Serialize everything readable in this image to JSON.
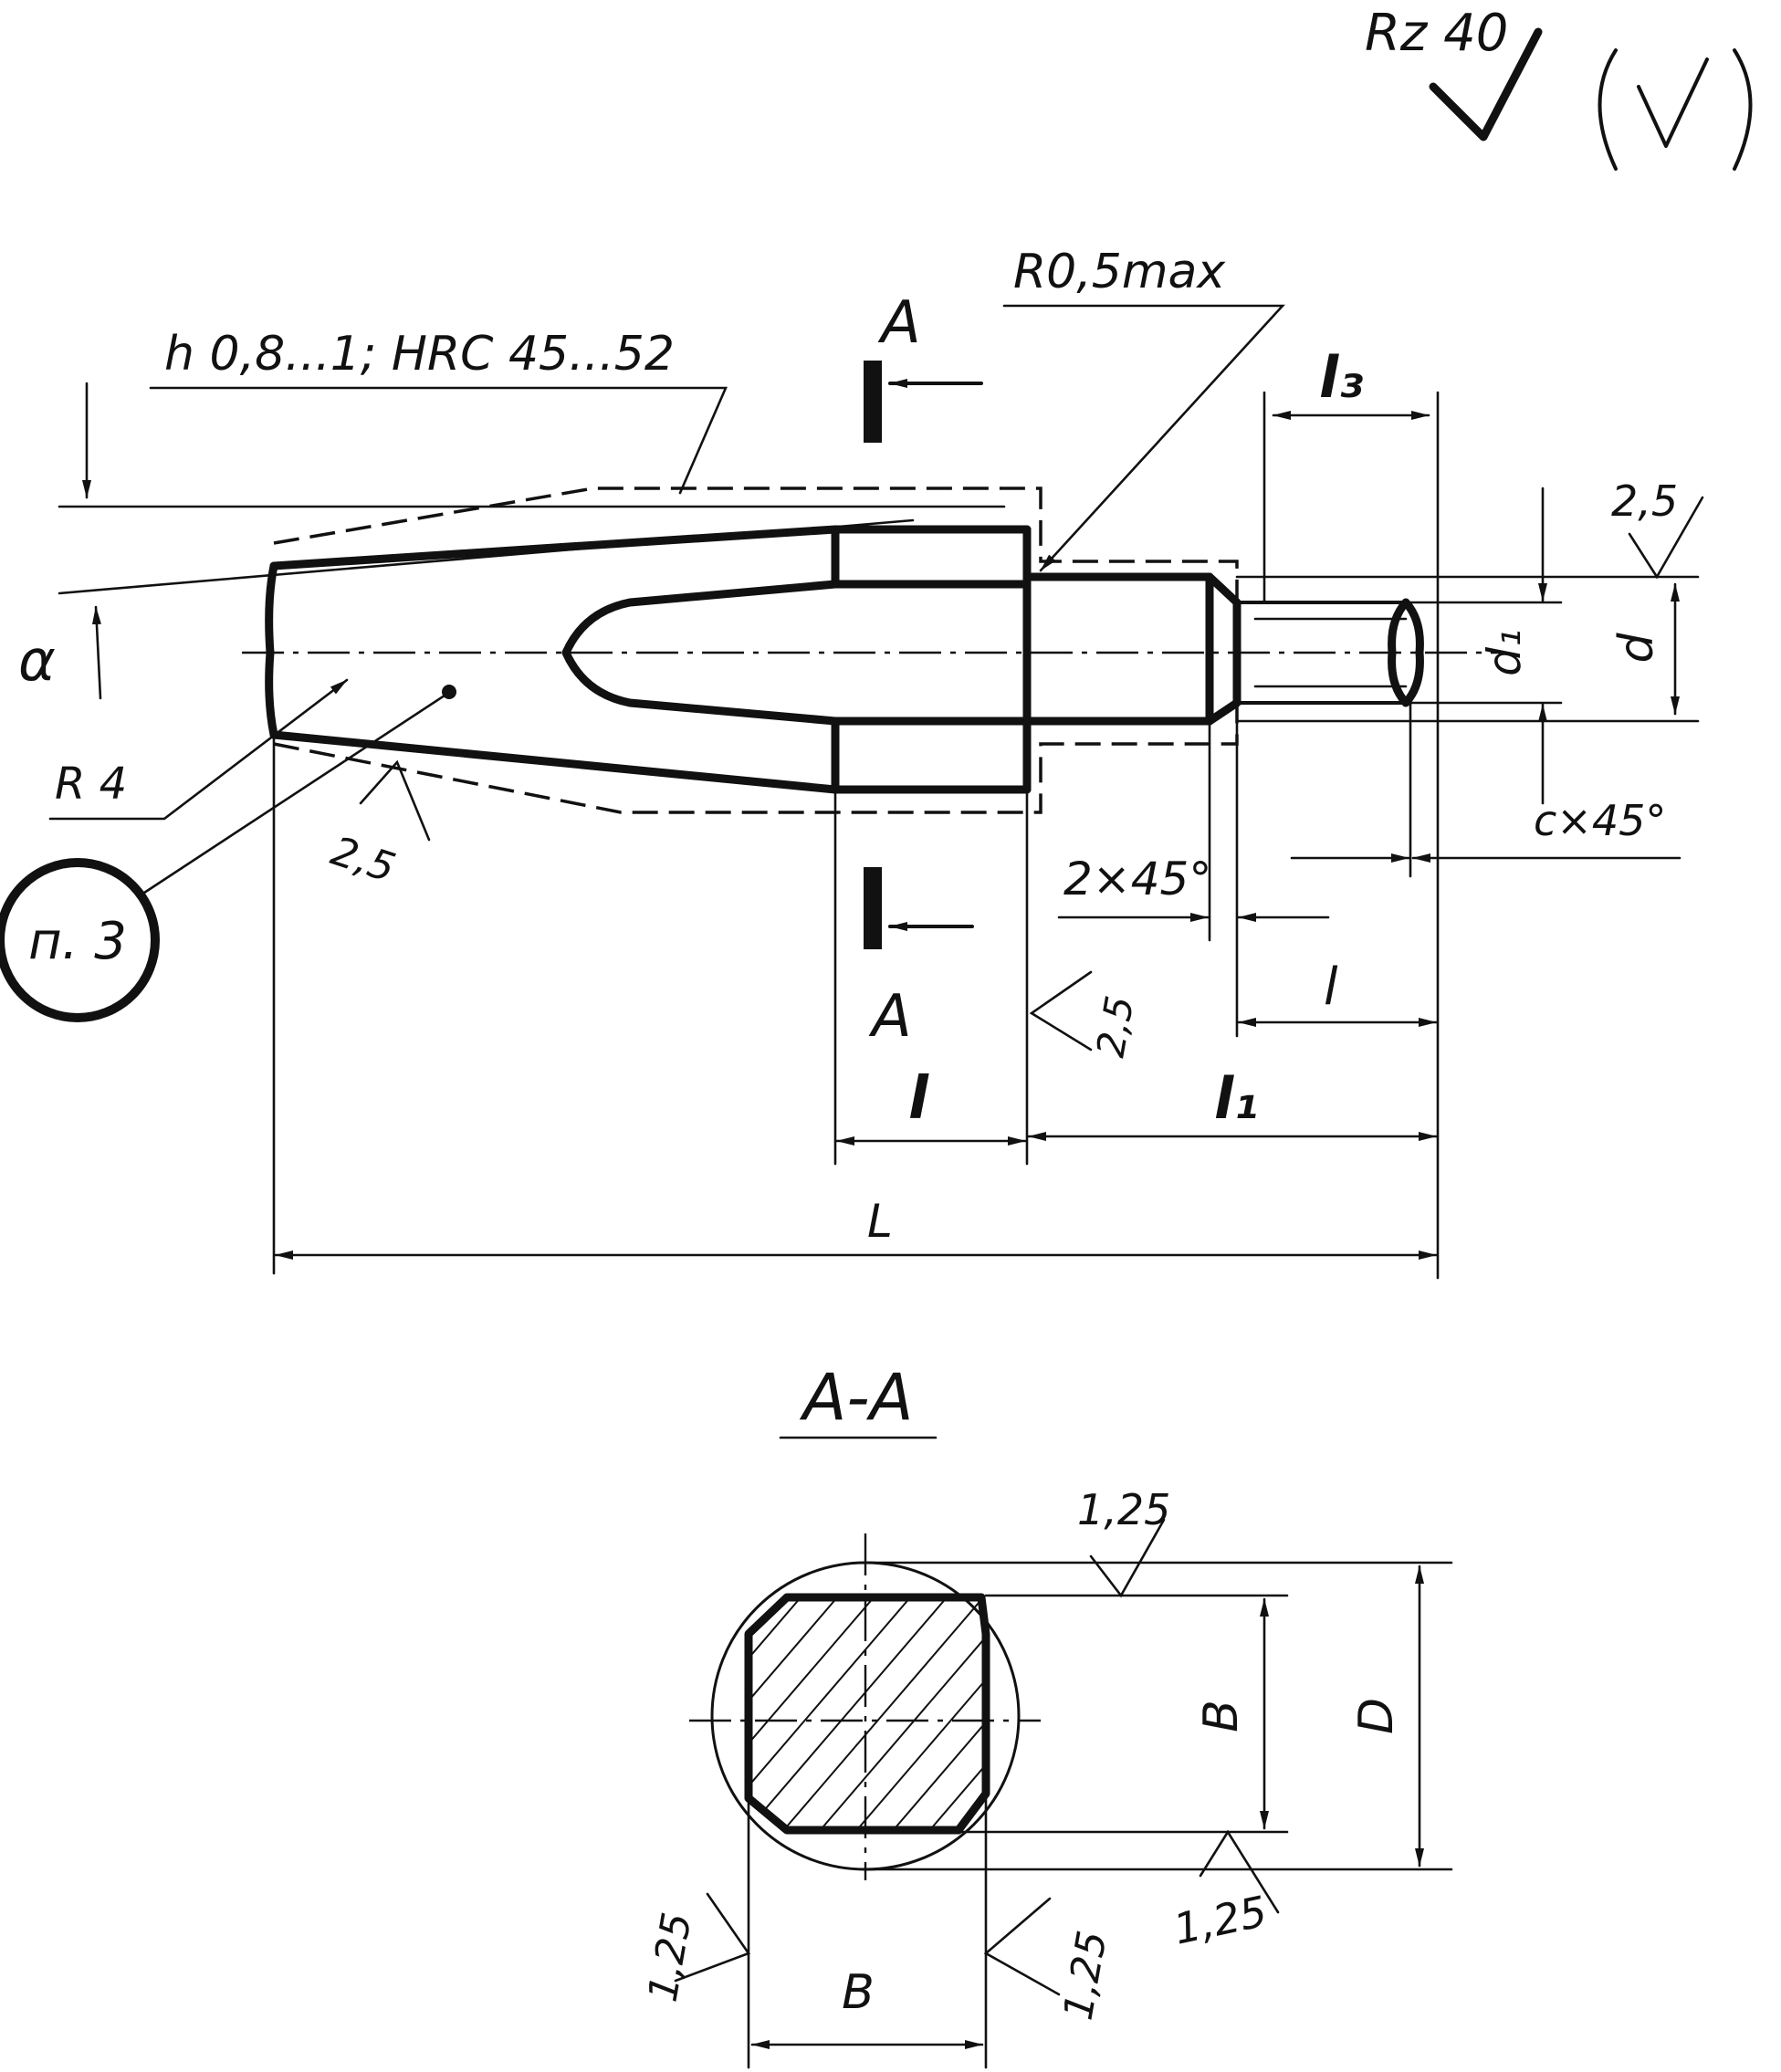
{
  "surface_finish": {
    "general": "Rz 40",
    "other_mark": "(√)",
    "spec_2_5": "2,5",
    "spec_1_25": "1,25"
  },
  "main_view": {
    "hardening_note": "h 0,8...1; HRC 45...52",
    "radius_max": "R0,5max",
    "radius_r4": "R 4",
    "section_letter": "A",
    "angle": "α",
    "note_ref": "п. 3",
    "chamfer_2x45": "2×45°",
    "chamfer_cx45": "c×45°"
  },
  "dimensions": {
    "total_length": "L",
    "l": "l",
    "l1": "l₁",
    "l3": "l₃",
    "l_thread": "l",
    "d": "d",
    "d1": "d₁"
  },
  "section": {
    "title": "A-A",
    "width_b": "B",
    "diameter_d": "D"
  }
}
